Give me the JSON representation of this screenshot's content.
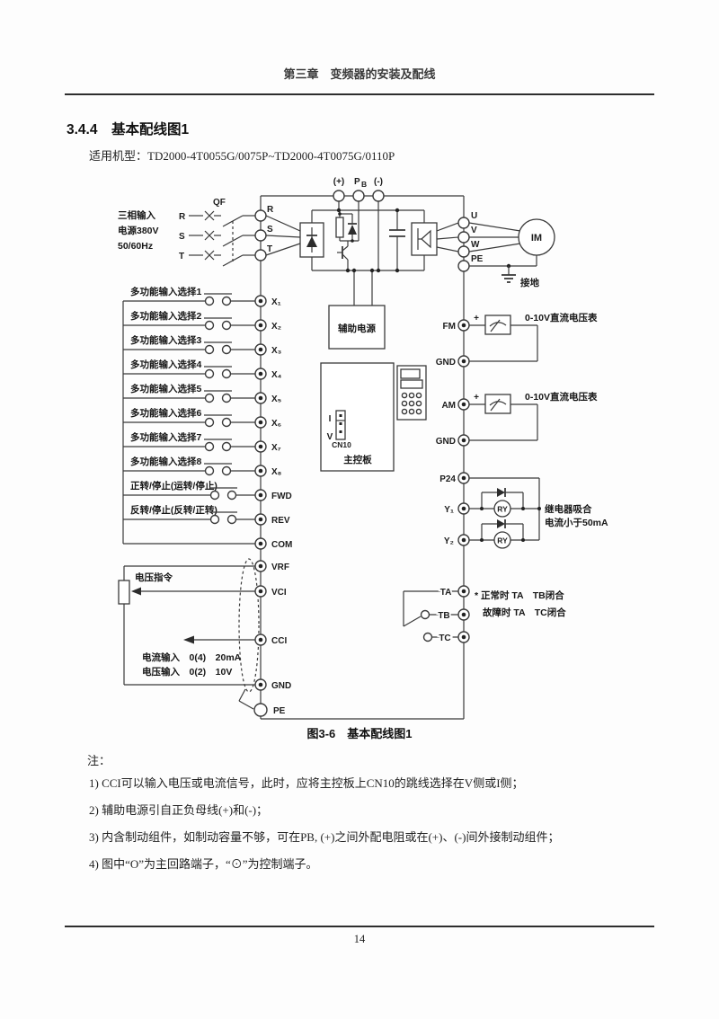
{
  "page": {
    "header": "第三章　变频器的安装及配线",
    "section_title": "3.4.4　基本配线图1",
    "models_label": "适用机型：",
    "models": "TD2000-4T0055G/0075P~TD2000-4T0075G/0110P",
    "caption": "图3-6　基本配线图1",
    "notes_label": "注：",
    "notes": [
      "1) CCI可以输入电压或电流信号，此时，应将主控板上CN10的跳线选择在V侧或I侧；",
      "2) 辅助电源引自正负母线(+)和(-)；",
      "3) 内含制动组件，如制动容量不够，可在PB, (+)之间外配电阻或在(+)、(-)间外接制动组件；",
      "4) 图中“O”为主回路端子，“⊙”为控制端子。"
    ],
    "page_number": "14"
  },
  "diagram": {
    "input": {
      "source_line1": "三相输入",
      "source_line2": "电源380V",
      "source_line3": "50/60Hz",
      "breaker_label": "QF",
      "phase_r": "R",
      "phase_s": "S",
      "phase_t": "T",
      "term_r": "R",
      "term_s": "S",
      "term_t": "T"
    },
    "dc_bus": {
      "plus": "(+)",
      "pb_main": "P",
      "pb_sub": "B",
      "minus": "(-)"
    },
    "output": {
      "term_u": "U",
      "term_v": "V",
      "term_w": "W",
      "term_pe": "PE",
      "motor": "IM",
      "ground_label": "接地"
    },
    "digital_inputs": {
      "rows": [
        {
          "label": "多功能输入选择1",
          "terminal": "X₁"
        },
        {
          "label": "多功能输入选择2",
          "terminal": "X₂"
        },
        {
          "label": "多功能输入选择3",
          "terminal": "X₃"
        },
        {
          "label": "多功能输入选择4",
          "terminal": "X₄"
        },
        {
          "label": "多功能输入选择5",
          "terminal": "X₅"
        },
        {
          "label": "多功能输入选择6",
          "terminal": "X₆"
        },
        {
          "label": "多功能输入选择7",
          "terminal": "X₇"
        },
        {
          "label": "多功能输入选择8",
          "terminal": "X₈"
        }
      ],
      "fwd_label": "正转/停止(运转/停止)",
      "fwd_terminal": "FWD",
      "rev_label": "反转/停止(反转/正转)",
      "rev_terminal": "REV",
      "com_terminal": "COM"
    },
    "analog": {
      "term_vrf": "VRF",
      "term_vci": "VCI",
      "term_cci": "CCI",
      "term_gnd": "GND",
      "term_pe": "PE",
      "voltage_cmd_label": "电压指令",
      "cci_current_label": "电流输入　0(4)　20mA",
      "cci_voltage_label": "电压输入　0(2)　10V"
    },
    "aux_power_label": "辅助电源",
    "main_board": {
      "label": "主控板",
      "cn10_label": "CN10",
      "jumper_i": "I",
      "jumper_v": "V"
    },
    "meters": {
      "term_fm": "FM",
      "term_gnd1": "GND",
      "term_am": "AM",
      "term_gnd2": "GND",
      "fm_plus": "+",
      "am_plus": "+",
      "fm_label": "0-10V直流电压表",
      "am_label": "0-10V直流电压表"
    },
    "relays": {
      "term_p24": "P24",
      "term_y1": "Y₁",
      "term_y2": "Y₂",
      "ry1": "RY",
      "ry2": "RY",
      "note_line1": "继电器吸合",
      "note_line2": "电流小于50mA"
    },
    "fault_relay": {
      "term_ta": "TA",
      "term_tb": "TB",
      "term_tc": "TC",
      "note_line1": "* 正常时 TA　TB闭合",
      "note_line2": "故障时 TA　TC闭合"
    }
  }
}
